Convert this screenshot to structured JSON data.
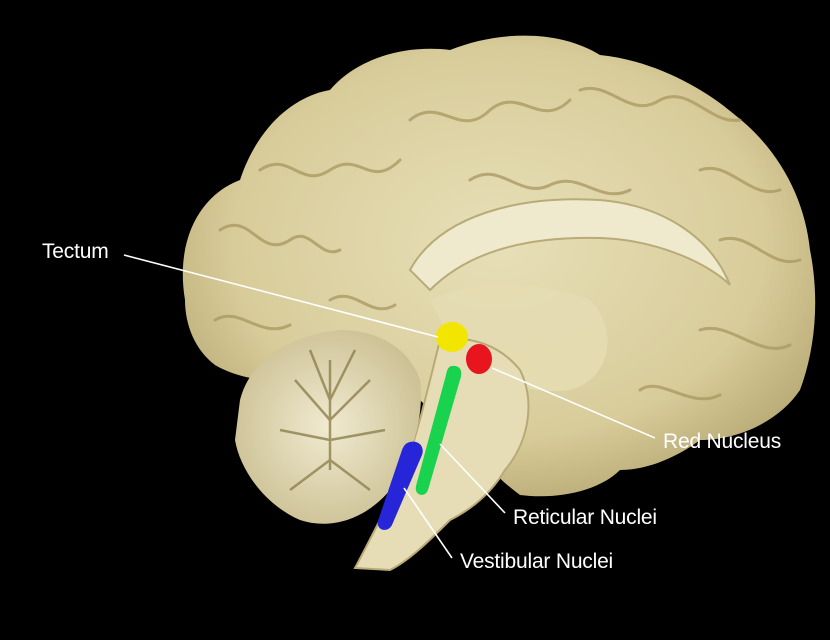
{
  "figure": {
    "labels": {
      "tectum": "Tectum",
      "red_nucleus": "Red Nucleus",
      "reticular_nuclei": "Reticular Nuclei",
      "vestibular_nuclei": "Vestibular Nuclei"
    },
    "colors": {
      "background": "#000000",
      "tectum_marker": "#f2e600",
      "red_nucleus_marker": "#e8141e",
      "reticular_marker": "#19d24e",
      "vestibular_marker": "#2626d8",
      "brain_tissue": "#ddd3a6",
      "label_text": "#ffffff",
      "leader_line": "#ffffff"
    }
  }
}
